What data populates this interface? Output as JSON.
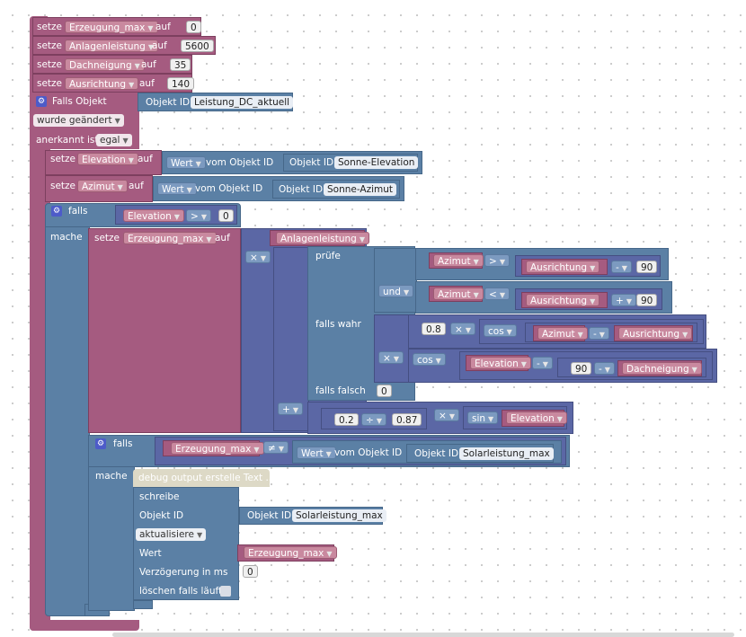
{
  "set": {
    "kw": "setze",
    "on": "auf"
  },
  "row1": {
    "var": "Erzeugung_max",
    "num": "0"
  },
  "row2": {
    "var": "Anlagenleistung",
    "num": "5600"
  },
  "row3": {
    "var": "Dachneigung",
    "num": "35"
  },
  "row4": {
    "var": "Ausrichtung",
    "num": "140"
  },
  "trigger": {
    "label": "Falls Objekt",
    "objid": "Objekt ID",
    "obj": "Leistung_DC_aktuell",
    "changed": "wurde geändert",
    "ack_label": "anerkannt ist",
    "ack": "egal"
  },
  "elev": {
    "var": "Elevation",
    "wert": "Wert",
    "vom": "vom Objekt ID",
    "objid": "Objekt ID",
    "obj": "Sonne-Elevation"
  },
  "azi": {
    "var": "Azimut",
    "wert": "Wert",
    "vom": "vom Objekt ID",
    "objid": "Objekt ID",
    "obj": "Sonne-Azimut"
  },
  "if1": {
    "falls": "falls",
    "var": "Elevation",
    "op": ">",
    "num": "0",
    "mache": "mache"
  },
  "calc": {
    "var": "Erzeugung_max",
    "mul": "×",
    "anl": "Anlagenleistung",
    "pruefe": "prüfe",
    "azimut": "Azimut",
    "gt": ">",
    "ausr": "Ausrichtung",
    "minus": "-",
    "n90": "90",
    "und": "und",
    "lt": "<",
    "plus": "+",
    "wahr": "falls wahr",
    "n08": "0.8",
    "cos": "cos",
    "elev": "Elevation",
    "dach": "Dachneigung",
    "falsch": "falls falsch",
    "n0": "0",
    "n02": "0.2",
    "div": "÷",
    "n087": "0.87",
    "sin": "sin"
  },
  "if2": {
    "falls": "falls",
    "var": "Erzeugung_max",
    "neq": "≠",
    "wert": "Wert",
    "vom": "vom Objekt ID",
    "objid": "Objekt ID",
    "obj": "Solarleistung_max",
    "mache": "mache"
  },
  "write": {
    "comment": "debug output erstelle Text ...",
    "schreibe": "schreibe",
    "objid": "Objekt ID",
    "objid2": "Objekt ID",
    "obj": "Solarleistung_max",
    "mode": "aktualisiere",
    "wert": "Wert",
    "var": "Erzeugung_max",
    "delay": "Verzögerung in ms",
    "delayval": "0",
    "clear": "löschen falls läuft"
  }
}
